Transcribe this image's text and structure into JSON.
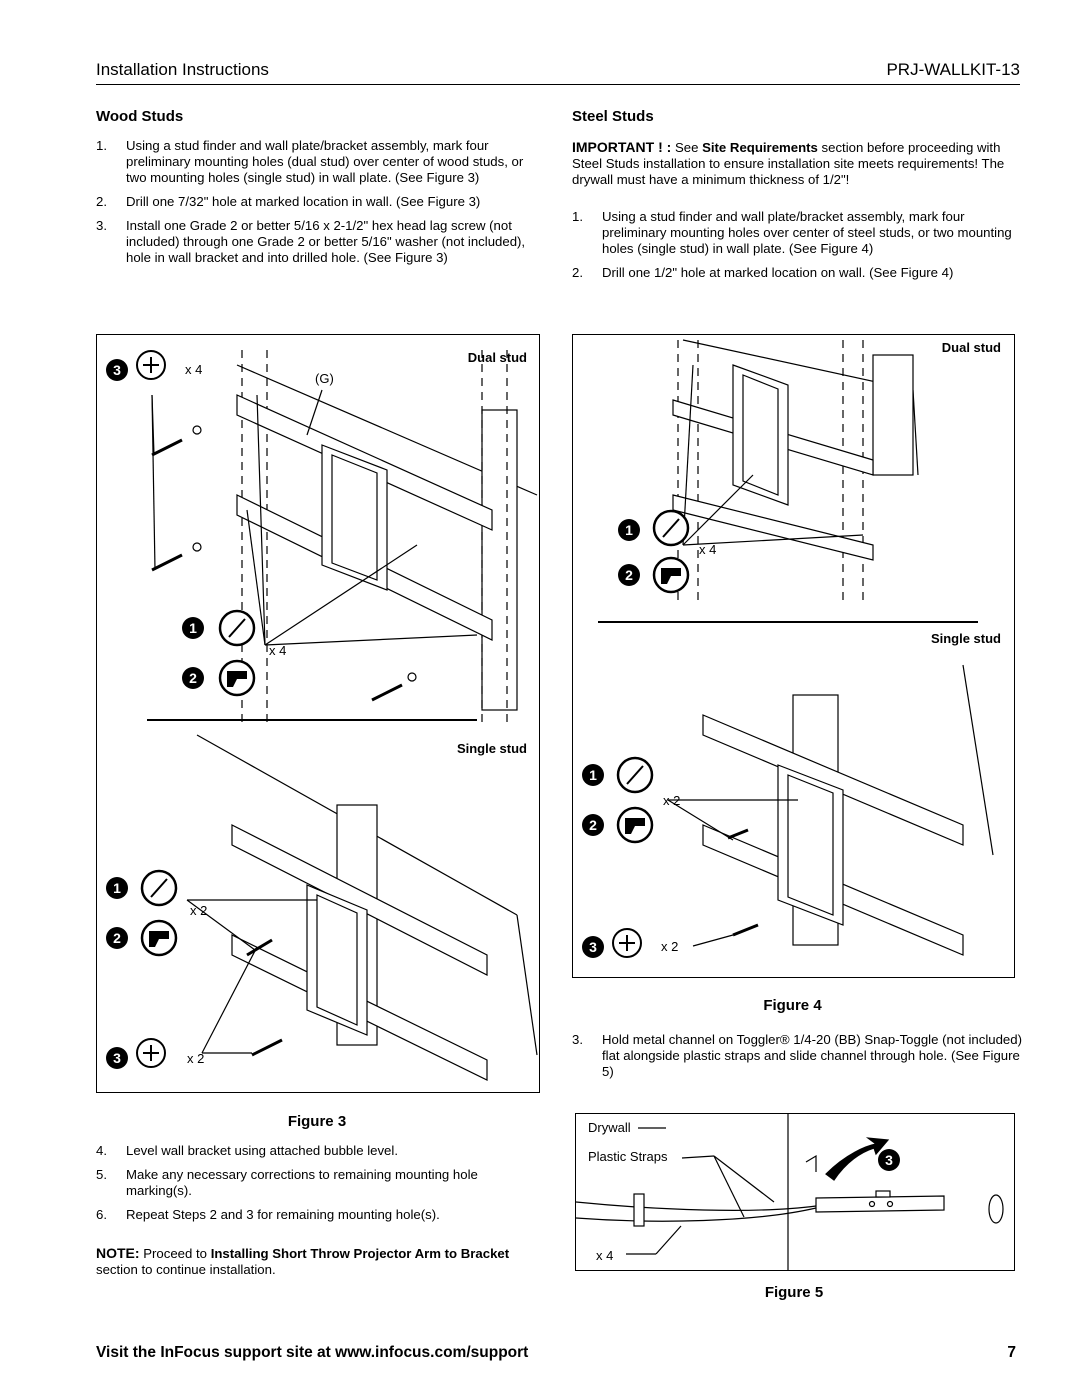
{
  "header": {
    "left": "Installation Instructions",
    "right": "PRJ-WALLKIT-13"
  },
  "wood": {
    "title": "Wood Studs",
    "steps": [
      {
        "n": "1.",
        "t": "Using a stud finder and wall plate/bracket assembly, mark four preliminary mounting holes (dual stud) over center of wood studs, or two mounting holes (single stud) in wall plate. (See Figure 3)"
      },
      {
        "n": "2.",
        "t": "Drill one 7/32\" hole at marked location in wall. (See Figure 3)"
      },
      {
        "n": "3.",
        "t": "Install one Grade 2 or better 5/16 x 2-1/2\" hex head lag screw (not included) through one Grade 2 or better 5/16\" washer (not included), hole in wall bracket and into drilled hole. (See Figure 3)"
      }
    ],
    "steps_after": [
      {
        "n": "4.",
        "t": "Level wall bracket using attached bubble level."
      },
      {
        "n": "5.",
        "t": "Make any necessary corrections to remaining mounting hole marking(s)."
      },
      {
        "n": "6.",
        "t": "Repeat Steps 2 and 3 for remaining mounting hole(s)."
      }
    ],
    "note_label": "NOTE:",
    "note_pre": "Proceed to ",
    "note_bold": "Installing Short Throw Projector Arm to Bracket",
    "note_post": " section to continue installation."
  },
  "steel": {
    "title": "Steel Studs",
    "important_label": "IMPORTANT ! :",
    "important_pre": " See ",
    "important_bold": "Site Requirements",
    "important_post": " section before proceeding with Steel Studs installation to ensure installation site meets requirements! The drywall must have a minimum thickness of 1/2\"!",
    "steps": [
      {
        "n": "1.",
        "t": "Using a stud finder and wall plate/bracket assembly, mark four preliminary mounting holes over center of steel studs, or two mounting holes (single stud) in wall plate. (See Figure 4)"
      },
      {
        "n": "2.",
        "t": "Drill one 1/2\" hole at marked location on wall. (See Figure 4)"
      }
    ],
    "step3": {
      "n": "3.",
      "t": "Hold metal channel on Toggler® 1/4-20 (BB) Snap-Toggle (not included) flat alongside plastic straps and slide channel through hole. (See Figure 5)"
    }
  },
  "fig3": {
    "caption": "Figure 3",
    "dual_label": "Dual stud",
    "single_label": "Single stud",
    "g_label": "(G)",
    "x4a": "x 4",
    "x4b": "x 4",
    "x2a": "x 2",
    "x2b": "x 2",
    "n1": "1",
    "n2": "2",
    "n3": "3"
  },
  "fig4": {
    "caption": "Figure 4",
    "dual_label": "Dual stud",
    "single_label": "Single stud",
    "x4": "x 4",
    "x2a": "x 2",
    "x2b": "x 2",
    "n1": "1",
    "n2": "2",
    "n3": "3"
  },
  "fig5": {
    "caption": "Figure 5",
    "drywall": "Drywall",
    "straps": "Plastic Straps",
    "x4": "x 4",
    "n3": "3"
  },
  "footer": {
    "text": "Visit the InFocus support site at www.infocus.com/support",
    "page": "7"
  }
}
